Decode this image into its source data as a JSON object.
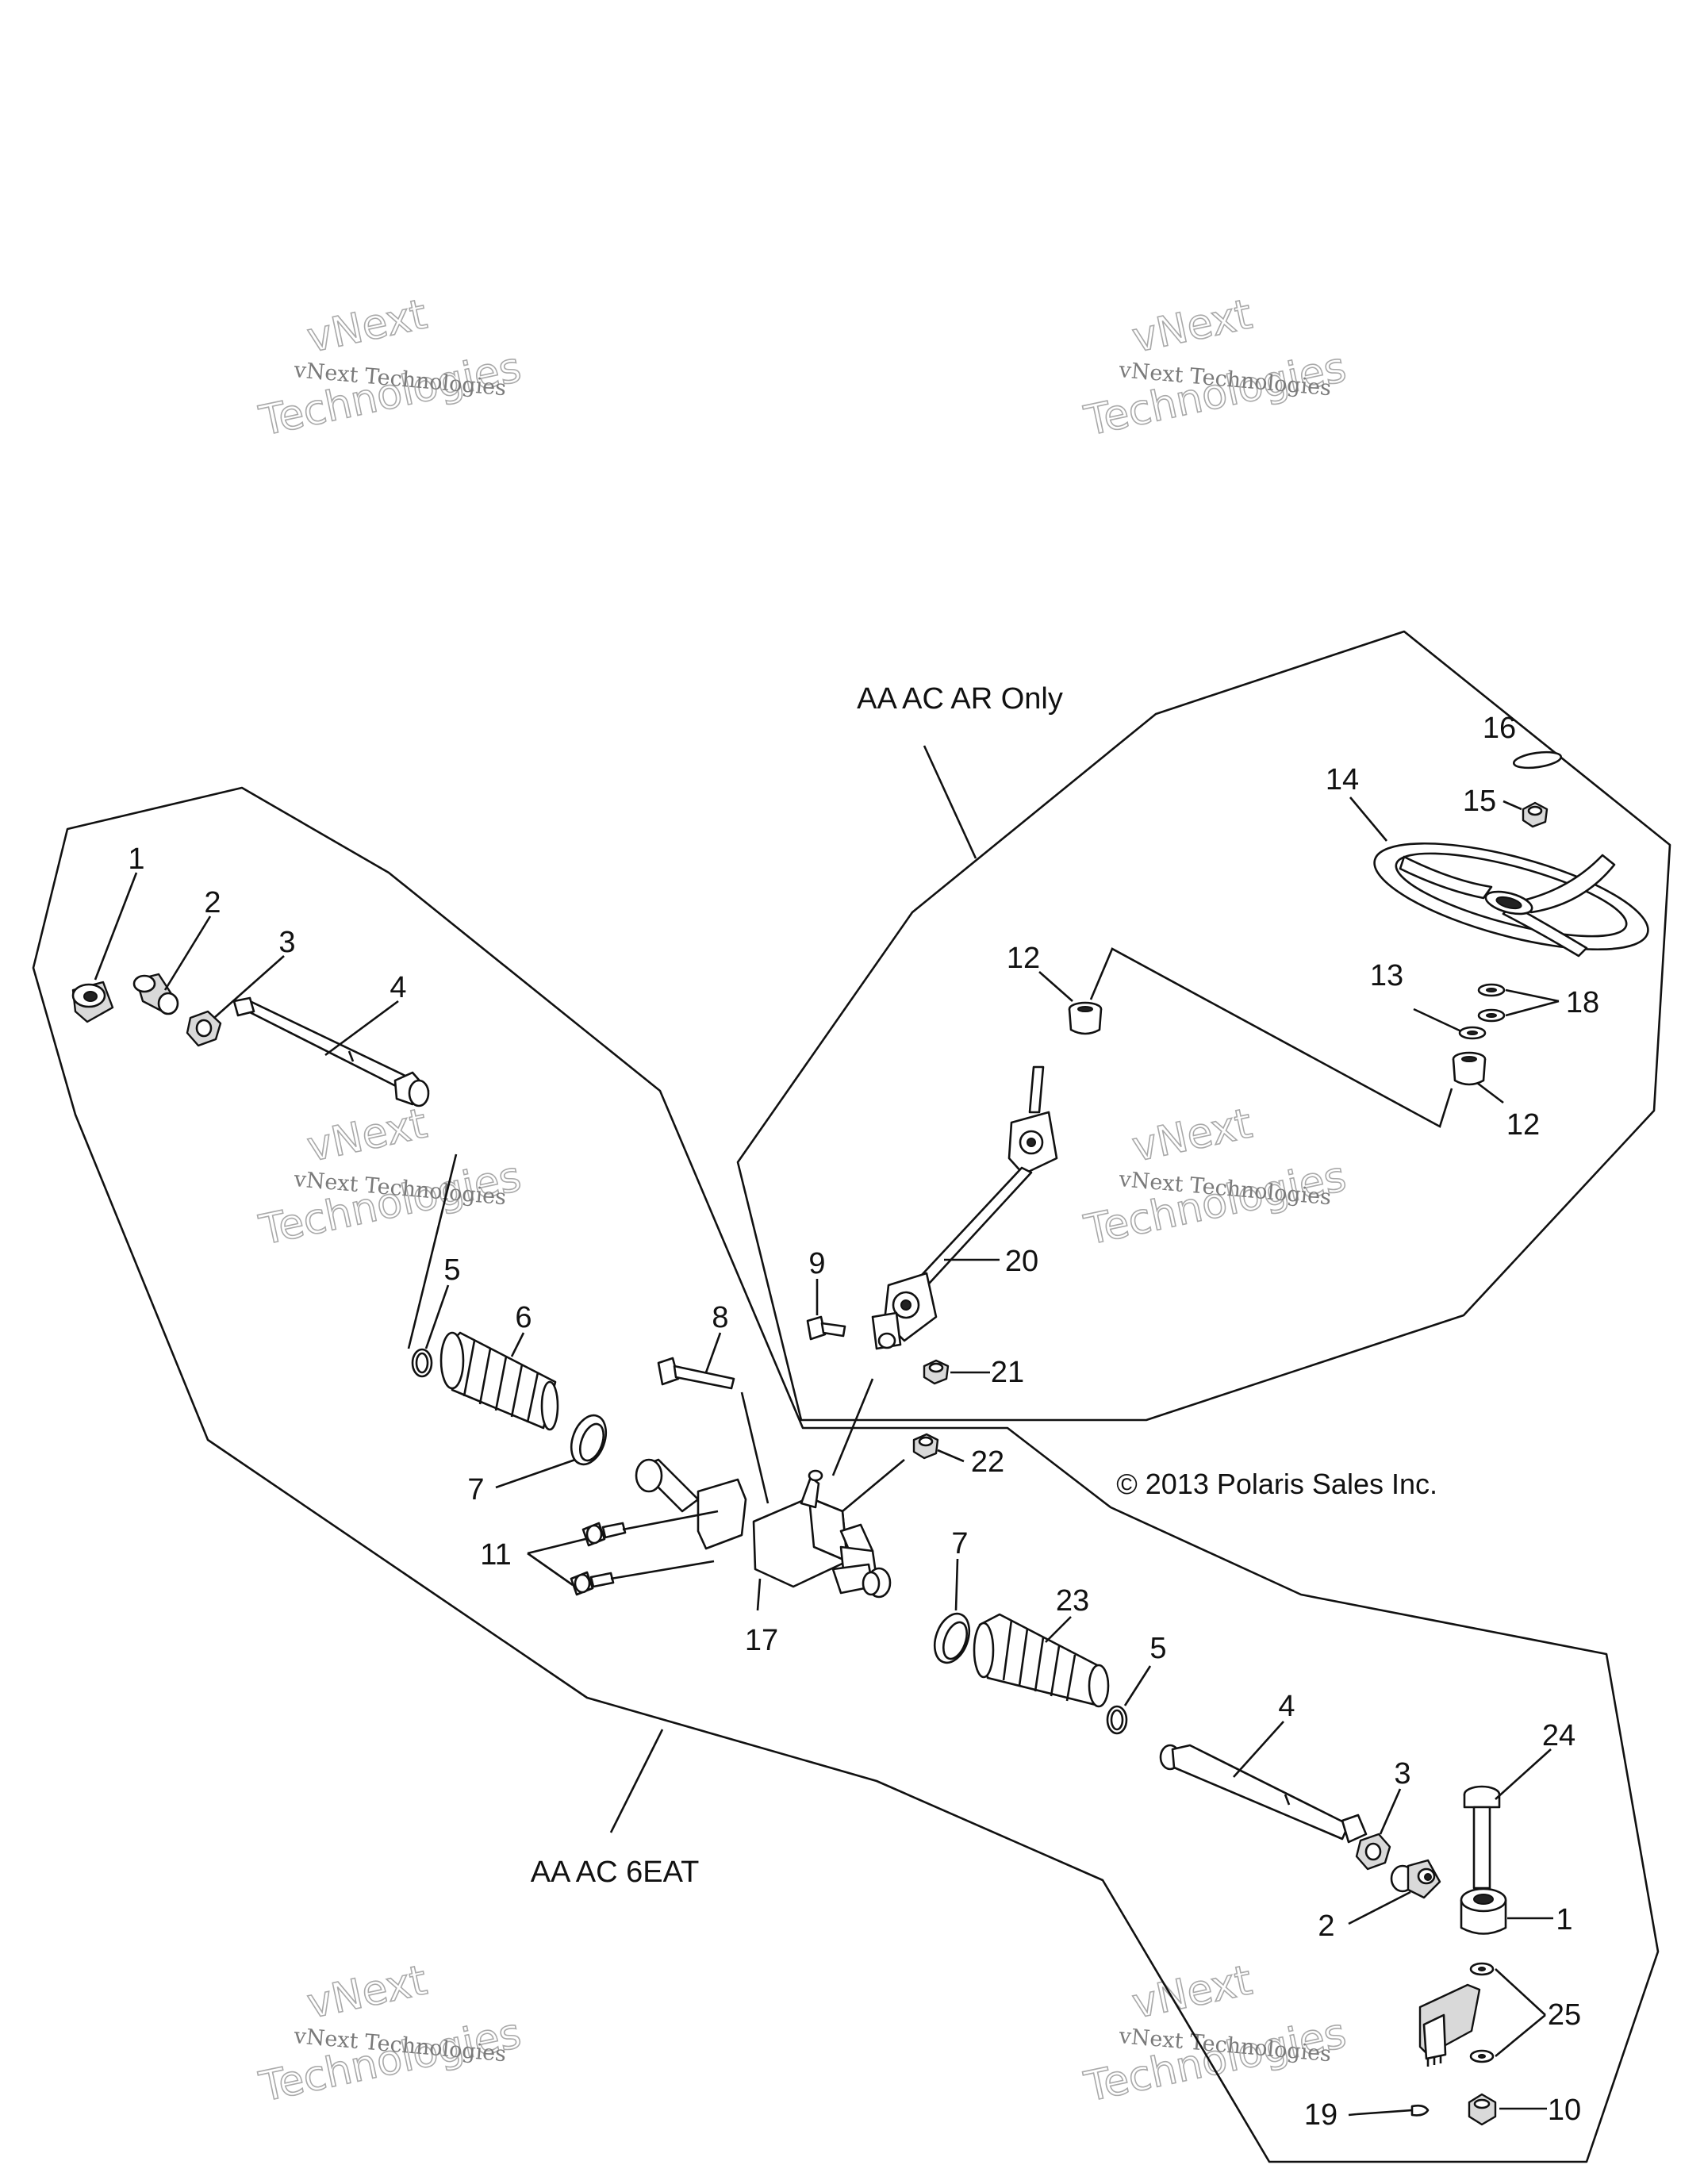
{
  "groups": {
    "left_group": "AA AC 6EAT",
    "right_group": "AA AC AR Only"
  },
  "copyright": "© 2013 Polaris Sales Inc.",
  "watermark": {
    "line1": "vNext Technologies",
    "line2": "vNext",
    "line3": "Technologies"
  },
  "callouts": {
    "c1a": "1",
    "c1b": "1",
    "c2a": "2",
    "c2b": "2",
    "c3a": "3",
    "c3b": "3",
    "c4a": "4",
    "c4b": "4",
    "c5a": "5",
    "c5b": "5",
    "c6": "6",
    "c7a": "7",
    "c7b": "7",
    "c8": "8",
    "c9": "9",
    "c10": "10",
    "c11": "11",
    "c12a": "12",
    "c12b": "12",
    "c13": "13",
    "c14": "14",
    "c15": "15",
    "c16": "16",
    "c17": "17",
    "c18": "18",
    "c19": "19",
    "c20": "20",
    "c21": "21",
    "c22": "22",
    "c23": "23",
    "c24": "24",
    "c25": "25"
  }
}
